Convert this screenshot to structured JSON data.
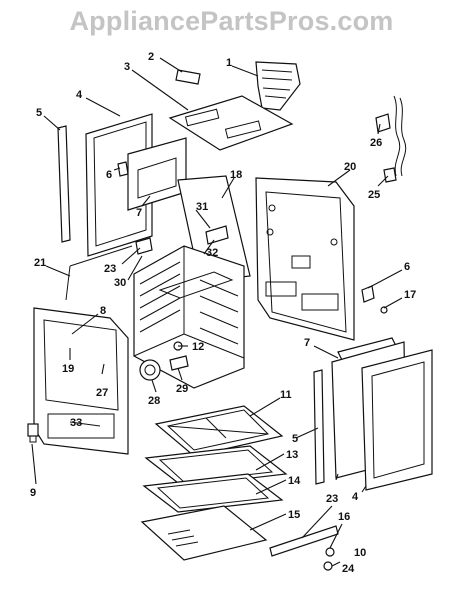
{
  "watermark": "AppliancePartsPros.com",
  "callouts": {
    "c1": "1",
    "c2": "2",
    "c3": "3",
    "c4a": "4",
    "c4b": "4",
    "c5a": "5",
    "c5b": "5",
    "c6a": "6",
    "c6b": "6",
    "c7a": "7",
    "c7b": "7",
    "c8": "8",
    "c9": "9",
    "c10": "10",
    "c11": "11",
    "c12": "12",
    "c13": "13",
    "c14": "14",
    "c15": "15",
    "c16": "16",
    "c17": "17",
    "c18": "18",
    "c19": "19",
    "c20": "20",
    "c21": "21",
    "c23a": "23",
    "c23b": "23",
    "c24": "24",
    "c25": "25",
    "c26": "26",
    "c27": "27",
    "c28": "28",
    "c29": "29",
    "c30": "30",
    "c31": "31",
    "c32": "32",
    "c33": "33"
  }
}
